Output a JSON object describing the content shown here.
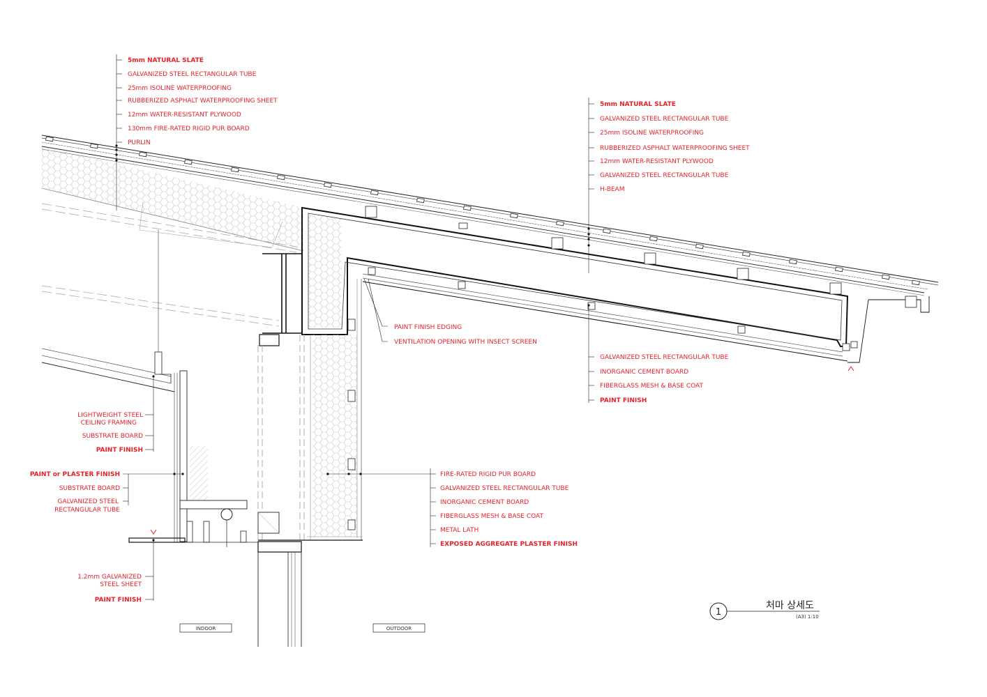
{
  "roof_upper_left": {
    "items": [
      {
        "text": "5mm NATURAL SLATE",
        "bold": true
      },
      {
        "text": "GALVANIZED STEEL RECTANGULAR TUBE",
        "bold": false
      },
      {
        "text": "25mm ISOLINE WATERPROOFING",
        "bold": false
      },
      {
        "text": "RUBBERIZED ASPHALT WATERPROOFING SHEET",
        "bold": false
      },
      {
        "text": "12mm WATER-RESISTANT PLYWOOD",
        "bold": false
      },
      {
        "text": "130mm FIRE-RATED RIGID PUR BOARD",
        "bold": false
      },
      {
        "text": "PURLIN",
        "bold": false
      }
    ]
  },
  "roof_upper_right": {
    "items": [
      {
        "text": "5mm NATURAL SLATE",
        "bold": true
      },
      {
        "text": "GALVANIZED STEEL RECTANGULAR TUBE",
        "bold": false
      },
      {
        "text": "25mm ISOLINE WATERPROOFING",
        "bold": false
      },
      {
        "text": "RUBBERIZED ASPHALT WATERPROOFING SHEET",
        "bold": false
      },
      {
        "text": "12mm WATER-RESISTANT PLYWOOD",
        "bold": false
      },
      {
        "text": "GALVANIZED STEEL RECTANGULAR TUBE",
        "bold": false
      },
      {
        "text": "H-BEAM",
        "bold": false
      }
    ]
  },
  "eave_soffit": {
    "items": [
      {
        "text": "GALVANIZED STEEL RECTANGULAR TUBE",
        "bold": false
      },
      {
        "text": "INORGANIC CEMENT BOARD",
        "bold": false
      },
      {
        "text": "FIBERGLASS MESH & BASE COAT",
        "bold": false
      },
      {
        "text": "PAINT FINISH",
        "bold": true
      }
    ]
  },
  "edging": {
    "items": [
      {
        "text": "PAINT FINISH EDGING",
        "bold": false
      },
      {
        "text": "VENTILATION OPENING WITH INSECT SCREEN",
        "bold": false
      }
    ]
  },
  "wall_exterior": {
    "items": [
      {
        "text": "FIRE-RATED RIGID PUR BOARD",
        "bold": false
      },
      {
        "text": "GALVANIZED STEEL RECTANGULAR TUBE",
        "bold": false
      },
      {
        "text": "INORGANIC CEMENT BOARD",
        "bold": false
      },
      {
        "text": "FIBERGLASS MESH & BASE COAT",
        "bold": false
      },
      {
        "text": "METAL LATH",
        "bold": false
      },
      {
        "text": "EXPOSED AGGREGATE PLASTER FINISH",
        "bold": true
      }
    ]
  },
  "ceiling": {
    "items": [
      {
        "lines": [
          "LIGHTWEIGHT STEEL",
          "CEILING FRAMING"
        ],
        "bold": false
      },
      {
        "lines": [
          "SUBSTRATE BOARD"
        ],
        "bold": false
      },
      {
        "lines": [
          "PAINT FINISH"
        ],
        "bold": true
      }
    ]
  },
  "interior_wall": {
    "items": [
      {
        "lines": [
          "PAINT or PLASTER FINISH"
        ],
        "bold": true
      },
      {
        "lines": [
          "SUBSTRATE BOARD"
        ],
        "bold": false
      },
      {
        "lines": [
          "GALVANIZED STEEL",
          "RECTANGULAR TUBE"
        ],
        "bold": false
      }
    ]
  },
  "sill": {
    "items": [
      {
        "lines": [
          "1.2mm GALVANIZED",
          "STEEL SHEET"
        ],
        "bold": false
      },
      {
        "lines": [
          "PAINT FINISH"
        ],
        "bold": true
      }
    ]
  },
  "zones": {
    "indoor": "INDOOR",
    "outdoor": "OUTDOOR"
  },
  "title_block": {
    "number": "1",
    "title": "처마 상세도",
    "scale": "(A3) 1:10"
  },
  "colors": {
    "annotation": "#e8202a",
    "linework": "#111111",
    "light_linework": "#8a8a8a"
  }
}
